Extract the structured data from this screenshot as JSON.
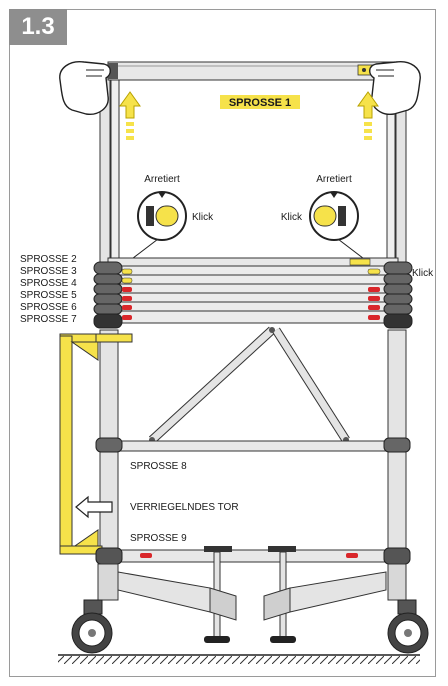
{
  "figure_number": "1.3",
  "labels": {
    "rung1": "SPROSSE 1",
    "rung2": "SPROSSE 2",
    "rung3": "SPROSSE 3",
    "rung4": "SPROSSE 4",
    "rung5": "SPROSSE 5",
    "rung6": "SPROSSE 6",
    "rung7": "SPROSSE 7",
    "rung8": "SPROSSE 8",
    "rung9": "SPROSSE 9",
    "locked_left": "Arretiert",
    "locked_right": "Arretiert",
    "click_left": "Klick",
    "click_right": "Klick",
    "click_side": "Klick",
    "gate": "VERRIEGELNDES TOR"
  },
  "colors": {
    "accent_yellow": "#f6e24a",
    "lock_red": "#d9262a",
    "tube_gray": "#d8d8d8",
    "badge_gray": "#8e8e8e"
  }
}
